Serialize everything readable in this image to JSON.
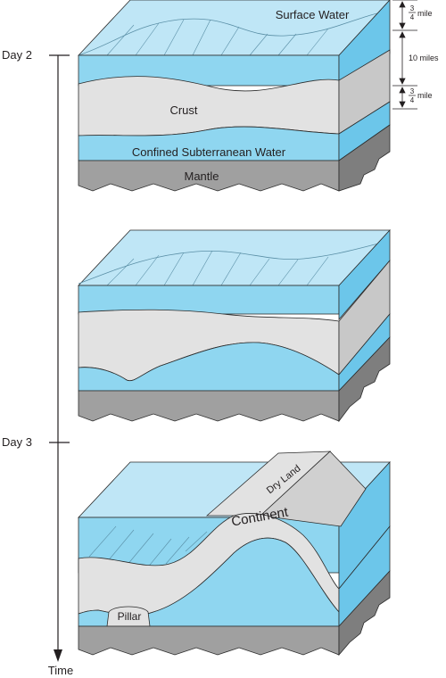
{
  "timeline": {
    "day2": "Day 2",
    "day3": "Day 3",
    "time": "Time"
  },
  "layers": {
    "surface_water": "Surface Water",
    "crust": "Crust",
    "confined_water": "Confined Subterranean Water",
    "mantle": "Mantle"
  },
  "scale": {
    "top_num": "3",
    "top_den": "4",
    "top_unit": "mile",
    "middle": "10 miles",
    "bottom_num": "3",
    "bottom_den": "4",
    "bottom_unit": "mile"
  },
  "stage3": {
    "dry_land": "Dry Land",
    "continent": "Continent",
    "pillar": "Pillar"
  },
  "colors": {
    "water_light": "#bfe6f6",
    "water": "#8fd6f0",
    "water_side": "#6cc6ea",
    "crust": "#e2e2e2",
    "crust_side": "#c8c8c8",
    "mantle": "#a0a0a0",
    "mantle_side": "#7e7e7e"
  }
}
